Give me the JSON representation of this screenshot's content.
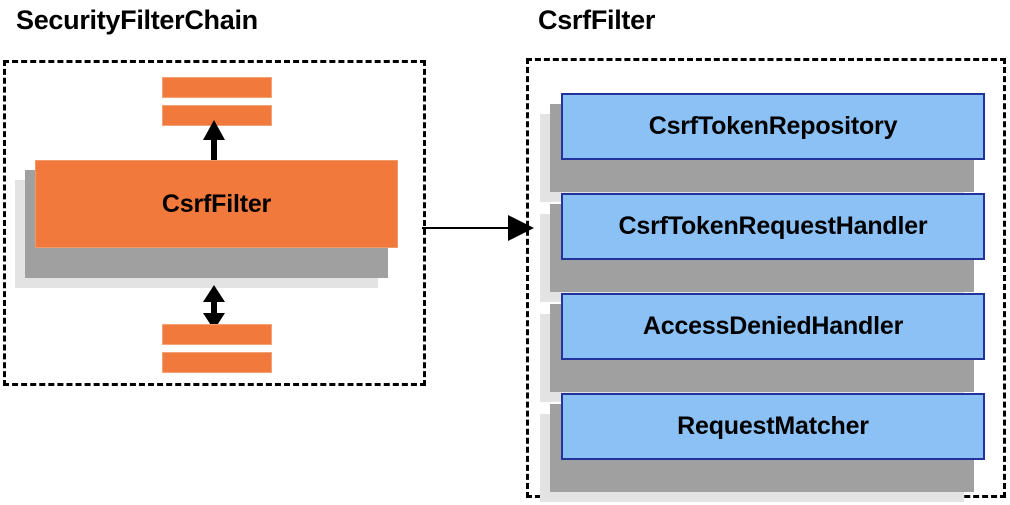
{
  "diagram": {
    "title_left": "SecurityFilterChain",
    "title_right": "CsrfFilter",
    "colors": {
      "orange_fill": "#F2793C",
      "orange_border": "#F3A276",
      "blue_fill": "#8CC1F5",
      "blue_border": "#23339C",
      "shadow_near": "#A0A0A0",
      "shadow_far": "#E3E3E3",
      "outline": "#000000",
      "background": "#FFFFFF"
    }
  },
  "left_panel": {
    "title": "SecurityFilterChain",
    "main_box_label": "CsrfFilter",
    "top_bars": [
      "",
      ""
    ],
    "bottom_bars": [
      "",
      ""
    ],
    "arrows": [
      {
        "name": "bidirectional-top",
        "direction": "up-down"
      },
      {
        "name": "bidirectional-bottom",
        "direction": "up-down"
      }
    ]
  },
  "right_panel": {
    "title": "CsrfFilter",
    "collaborators": [
      {
        "label": "CsrfTokenRepository"
      },
      {
        "label": "CsrfTokenRequestHandler"
      },
      {
        "label": "AccessDeniedHandler"
      },
      {
        "label": "RequestMatcher"
      }
    ]
  },
  "connector": {
    "name": "expands-into-arrow",
    "direction": "left-to-right",
    "label": ""
  }
}
